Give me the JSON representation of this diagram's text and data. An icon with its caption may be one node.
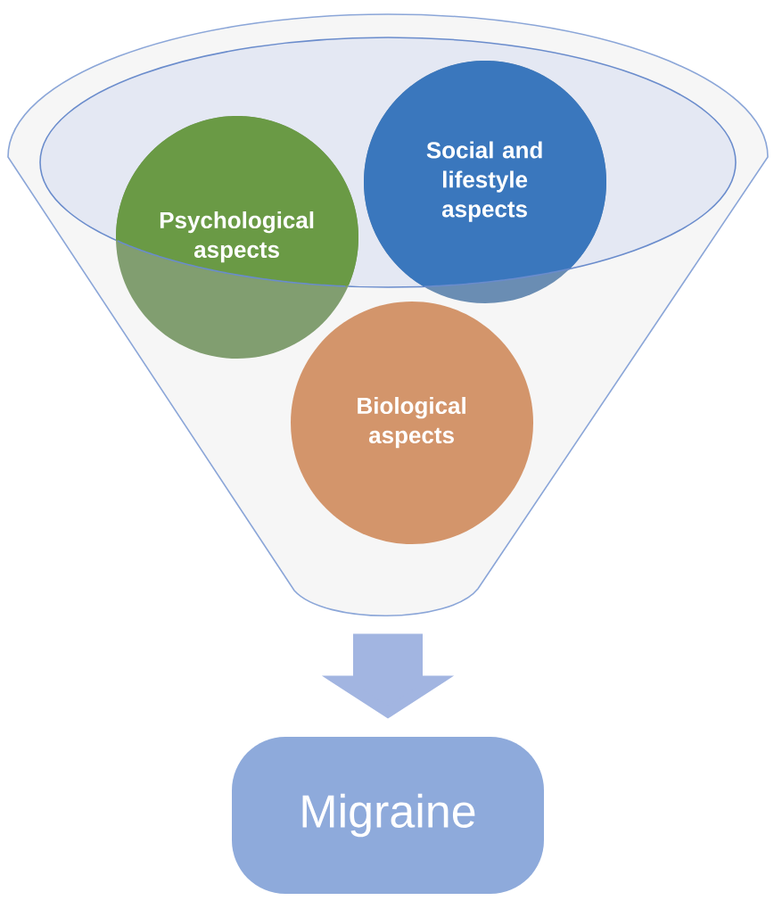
{
  "diagram": {
    "nodes": [
      {
        "text": [],
        "shape": "funnel"
      },
      {
        "text": [
          "Psychological aspects"
        ],
        "in": 0
      },
      {
        "text": [
          "Social and lifestyle aspects"
        ],
        "in": 0
      },
      {
        "text": [
          "Biological aspects"
        ],
        "in": 0
      },
      {
        "text": [
          "Migraine"
        ]
      }
    ],
    "edges": [
      {
        "from": 0,
        "to": 4,
        "arrow": "to"
      }
    ]
  }
}
